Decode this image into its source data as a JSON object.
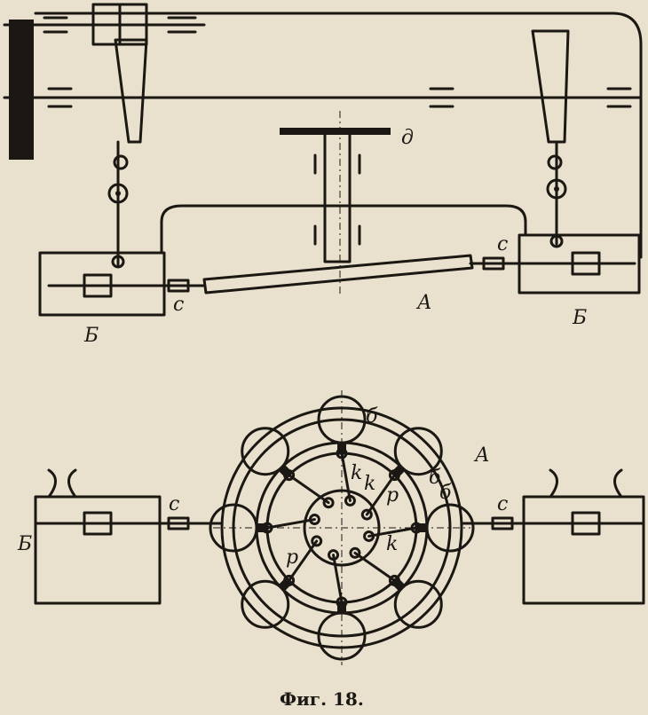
{
  "figure": {
    "caption": "Фиг. 18.",
    "labels": {
      "steering_wheel": "д",
      "shaft_top": "А",
      "coupling_left_top": "с",
      "coupling_right_top": "с",
      "box_left_top": "Б",
      "box_right_top": "Б",
      "wheel": "А",
      "coupling_left_bottom": "с",
      "coupling_right_bottom": "с",
      "box_left_bottom": "Б",
      "segment_1": "б",
      "segment_2": "б",
      "segment_3": "б",
      "rod_k1": "k",
      "rod_k2": "k",
      "rod_k3": "k",
      "rod_p1": "р",
      "rod_p2": "р"
    }
  }
}
